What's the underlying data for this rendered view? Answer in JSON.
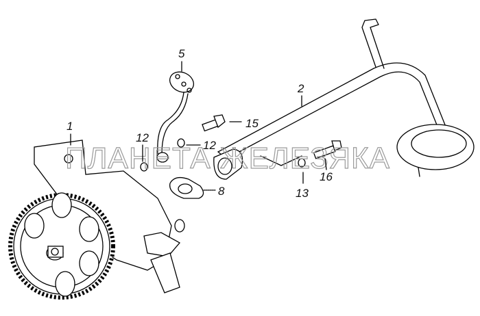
{
  "watermark": "ПЛАНЕТА ЖЕЛЕЗЯКА",
  "callouts": [
    {
      "id": "1",
      "part": "oil-pump"
    },
    {
      "id": "2",
      "part": "oil-intake-pipe"
    },
    {
      "id": "5",
      "part": "oil-tube"
    },
    {
      "id": "8",
      "part": "gasket"
    },
    {
      "id": "12",
      "part": "washer-left"
    },
    {
      "id": "12",
      "part": "washer-right"
    },
    {
      "id": "13",
      "part": "washer"
    },
    {
      "id": "15",
      "part": "bolt"
    },
    {
      "id": "16",
      "part": "bolt"
    }
  ]
}
